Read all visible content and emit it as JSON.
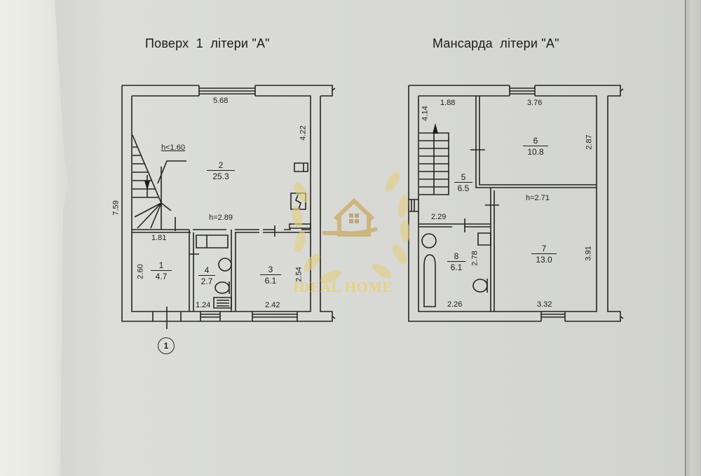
{
  "document": {
    "type": "floor plan (technical inventory drawing)",
    "axis_marker": "1"
  },
  "plans": [
    {
      "title": "Поверх  1  літери \"А\"",
      "overall_depth": "7.59",
      "rooms": [
        {
          "number": "1",
          "area": "4.7",
          "dims": [
            "1.81",
            "2.60"
          ]
        },
        {
          "number": "2",
          "area": "25.3",
          "dims": [
            "5.68",
            "4.22"
          ],
          "ceiling_height": "h=2.89",
          "stair_height_note": "h<1.60"
        },
        {
          "number": "3",
          "area": "6.1",
          "dims": [
            "2.42",
            "2.54"
          ]
        },
        {
          "number": "4",
          "area": "2.7",
          "dims": [
            "1.24"
          ]
        }
      ]
    },
    {
      "title": "Мансарда  літери \"А\"",
      "rooms": [
        {
          "number": "5",
          "area": "6.5",
          "dims": [
            "1.88",
            "4.14",
            "2.29"
          ]
        },
        {
          "number": "6",
          "area": "10.8",
          "dims": [
            "3.76",
            "2.87"
          ]
        },
        {
          "number": "7",
          "area": "13.0",
          "dims": [
            "3.32",
            "3.91"
          ],
          "ceiling_height": "h=2.71"
        },
        {
          "number": "8",
          "area": "6.1",
          "dims": [
            "2.26",
            "2.78"
          ]
        }
      ]
    }
  ],
  "watermark": {
    "text": "IDEAL HOME",
    "icon": "house-in-hand-laurel-icon",
    "color": "#e6d27e"
  }
}
